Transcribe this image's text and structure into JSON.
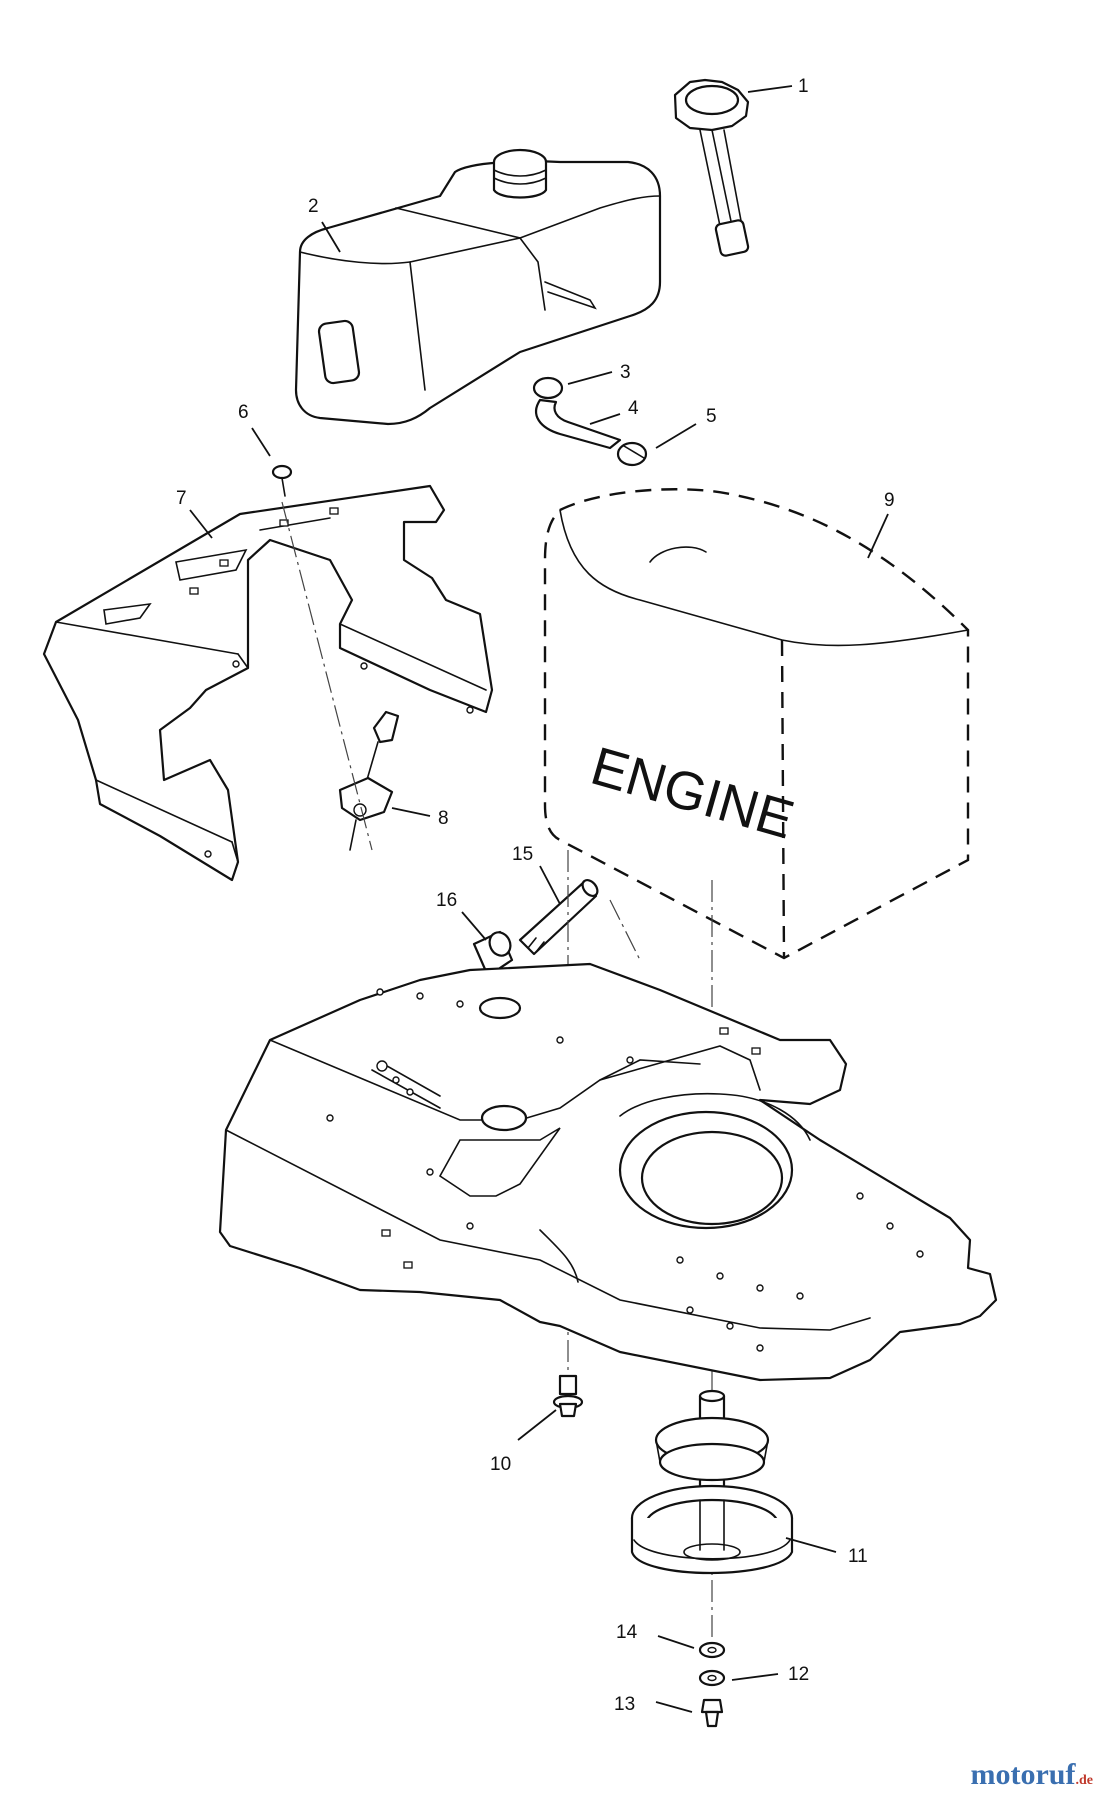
{
  "engine_label": "ENGINE",
  "callouts": [
    "1",
    "2",
    "3",
    "4",
    "5",
    "6",
    "7",
    "8",
    "9",
    "10",
    "11",
    "12",
    "13",
    "14",
    "15",
    "16"
  ],
  "watermark": {
    "main": "motoruf",
    "tld": ".de"
  },
  "colors": {
    "line": "#111111",
    "watermark_blue": "#3a6fb0",
    "watermark_red": "#c0392b"
  }
}
